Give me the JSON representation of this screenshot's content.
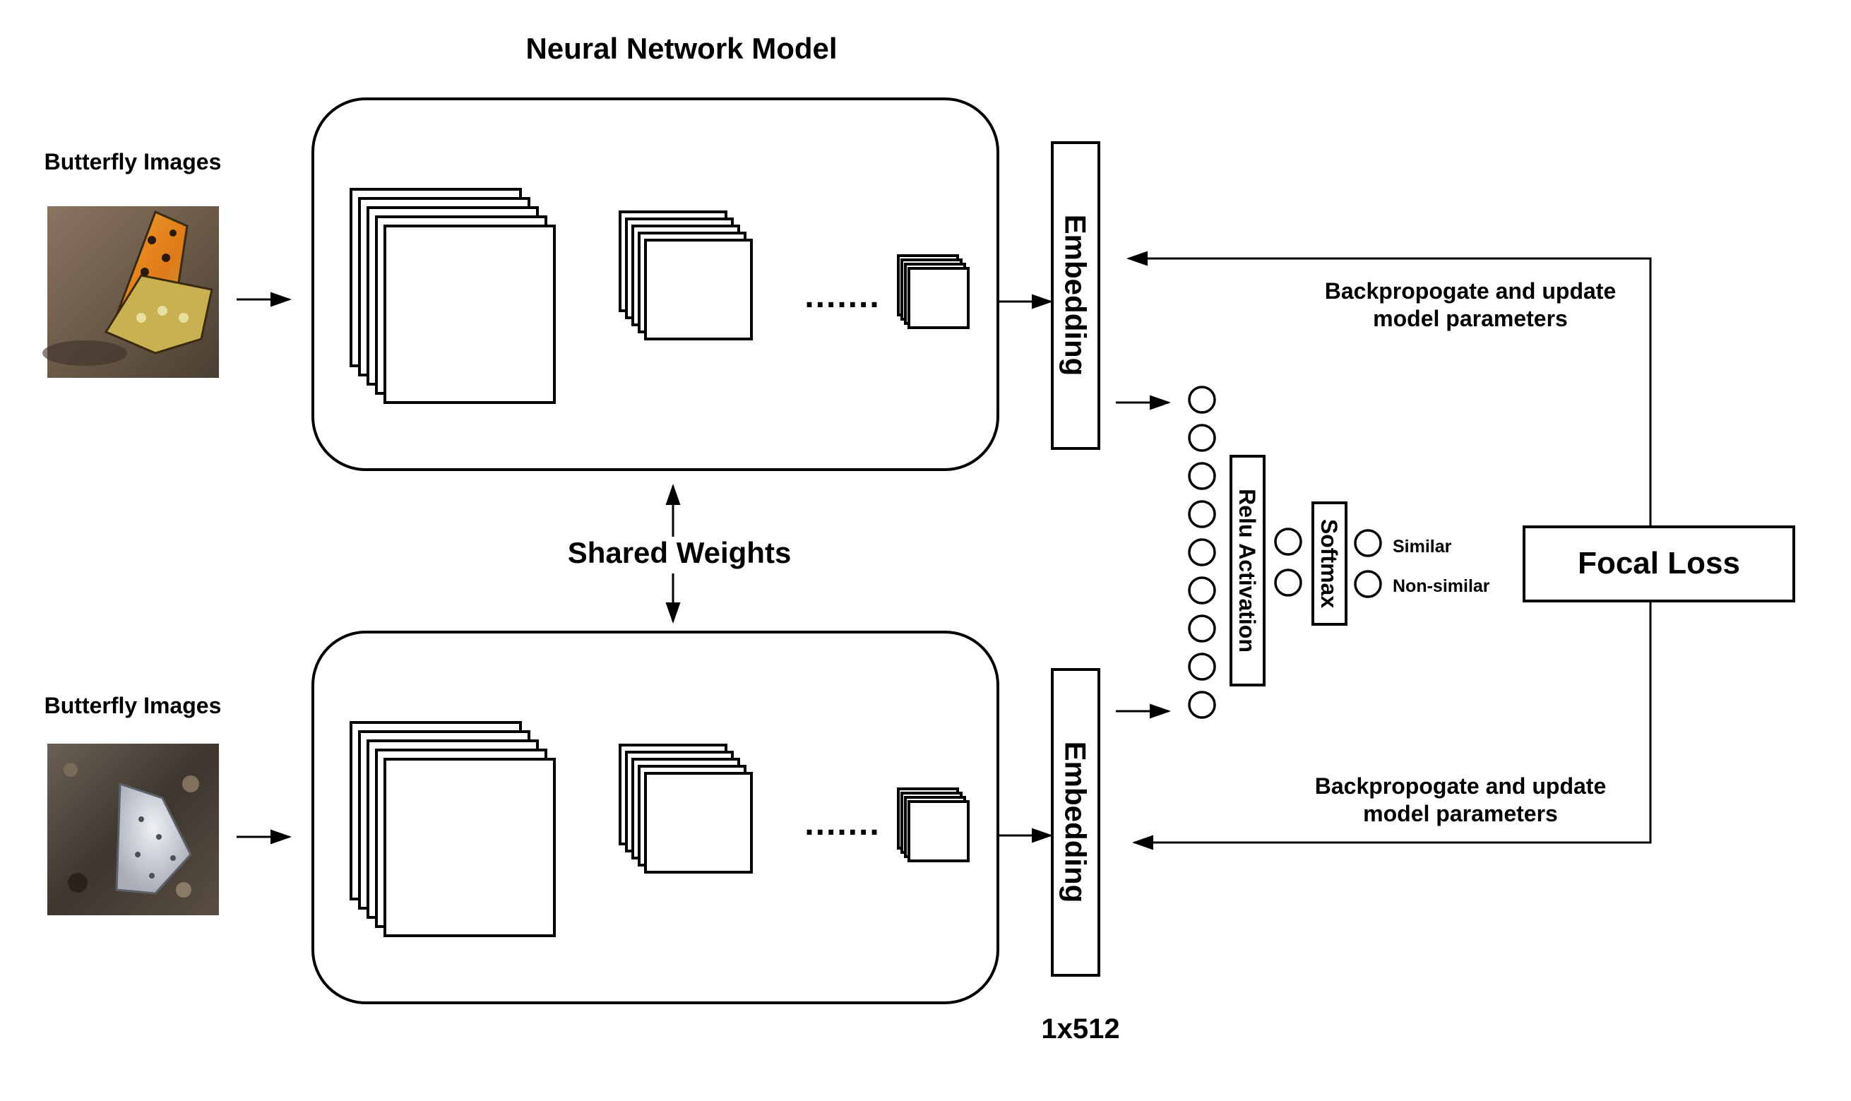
{
  "title": "Neural Network Model",
  "inputs": [
    {
      "label": "Butterfly Images",
      "image": "orange-fritillary-butterfly"
    },
    {
      "label": "Butterfly Images",
      "image": "grey-spotted-butterfly"
    }
  ],
  "shared_weights": "Shared Weights",
  "embedding_label": "Embedding",
  "embedding_size": "1x512",
  "relu_label": "Relu Activation",
  "softmax_label": "Softmax",
  "outputs": [
    "Similar",
    "Non-similar"
  ],
  "loss": "Focal Loss",
  "backprop_top": [
    "Backpropogate and update",
    "model parameters"
  ],
  "backprop_bottom": [
    "Backpropogate and update",
    "model parameters"
  ],
  "ellipsis": ".......",
  "colors": {
    "stroke": "#000000",
    "background": "#ffffff"
  }
}
